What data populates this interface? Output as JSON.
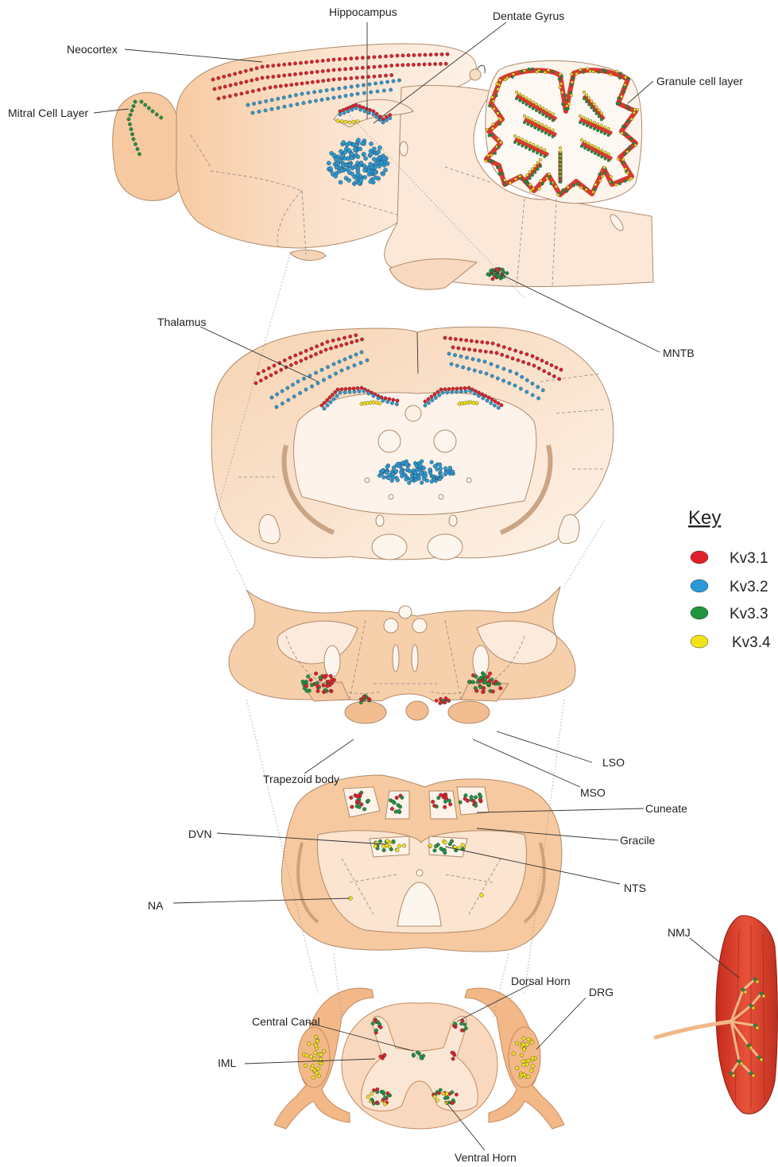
{
  "labels": {
    "hippocampus": "Hippocampus",
    "dentate_gyrus": "Dentate Gyrus",
    "neocortex": "Neocortex",
    "granule_cell_layer": "Granule cell layer",
    "mitral_cell_layer": "Mitral Cell Layer",
    "thalamus": "Thalamus",
    "mntb": "MNTB",
    "lso": "LSO",
    "trapezoid_body": "Trapezoid body",
    "mso": "MSO",
    "cuneate": "Cuneate",
    "dvn": "DVN",
    "gracile": "Gracile",
    "nts": "NTS",
    "na": "NA",
    "nmj": "NMJ",
    "dorsal_horn": "Dorsal Horn",
    "drg": "DRG",
    "central_canal": "Central Canal",
    "iml": "IML",
    "ventral_horn": "Ventral Horn"
  },
  "key": {
    "title": "Key",
    "items": [
      {
        "label": "Kv3.1",
        "color": "#e0202a"
      },
      {
        "label": "Kv3.2",
        "color": "#2a9ad6"
      },
      {
        "label": "Kv3.3",
        "color": "#1f9440"
      },
      {
        "label": "Kv3.4",
        "color": "#f2e21a"
      }
    ]
  },
  "colors": {
    "tissue_light": "#fbe3cf",
    "tissue_mid": "#f6cfa8",
    "tissue_dark": "#f1b88a",
    "muscle": "#e0412d"
  }
}
